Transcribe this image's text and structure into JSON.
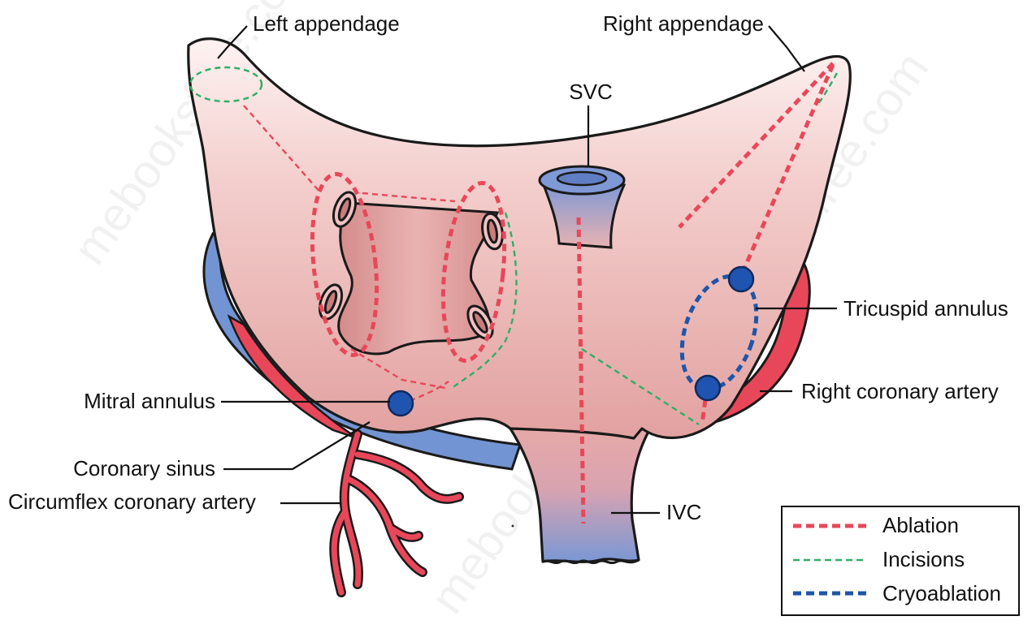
{
  "labels": {
    "left_appendage": "Left appendage",
    "right_appendage": "Right appendage",
    "svc": "SVC",
    "ivc": "IVC",
    "mitral_annulus": "Mitral annulus",
    "coronary_sinus": "Coronary sinus",
    "circumflex": "Circumflex coronary artery",
    "tricuspid_annulus": "Tricuspid annulus",
    "right_coronary_artery": "Right coronary artery"
  },
  "legend": {
    "items": [
      {
        "label": "Ablation",
        "color": "#e8475a"
      },
      {
        "label": "Incisions",
        "color": "#2fae66"
      },
      {
        "label": "Cryoablation",
        "color": "#1f55a8"
      }
    ]
  },
  "watermark": {
    "text": "mebooksfree.com"
  },
  "colors": {
    "atrium_top": "#fbeeee",
    "atrium_bottom": "#e4a3a3",
    "vein_blue": "#6f8fcf",
    "artery_red": "#e8475a",
    "outline": "#1a1a1a"
  }
}
